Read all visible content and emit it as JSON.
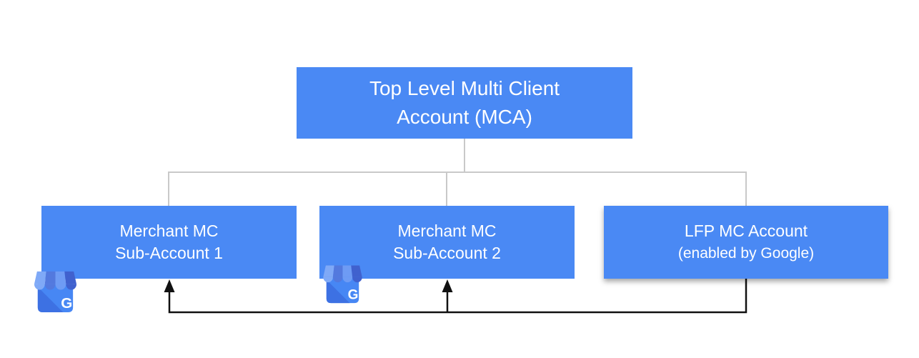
{
  "diagram": {
    "type": "account-hierarchy-org-chart",
    "root": {
      "id": "top-level-mca",
      "label": [
        "Top Level Multi Client",
        "Account (MCA)"
      ]
    },
    "children": [
      {
        "id": "merchant-sub-account-1",
        "label": [
          "Merchant MC",
          "Sub-Account 1"
        ],
        "has_business_icon": true
      },
      {
        "id": "merchant-sub-account-2",
        "label": [
          "Merchant MC",
          "Sub-Account 2"
        ],
        "has_business_icon": true
      },
      {
        "id": "lfp-mc-account",
        "label": [
          "LFP MC Account",
          "(enabled by Google)"
        ],
        "has_business_icon": false
      }
    ],
    "arrows": [
      {
        "from": "lfp-mc-account",
        "to": "merchant-sub-account-1"
      },
      {
        "from": "lfp-mc-account",
        "to": "merchant-sub-account-2"
      }
    ],
    "business_icon": {
      "name": "google-my-business-icon",
      "letter": "G"
    },
    "colors": {
      "node_fill": "#4a89f4",
      "node_text": "#ffffff",
      "tree_line": "#c9c9c9",
      "arrow_line": "#111111",
      "icon_body": "#4787f4",
      "icon_body_shade": "#3d71e3",
      "icon_awning_light": "#7fa9f7",
      "icon_awning_medium": "#5379de",
      "icon_awning_light2": "#6e9bf4",
      "icon_awning_dark": "#4061ce"
    }
  }
}
